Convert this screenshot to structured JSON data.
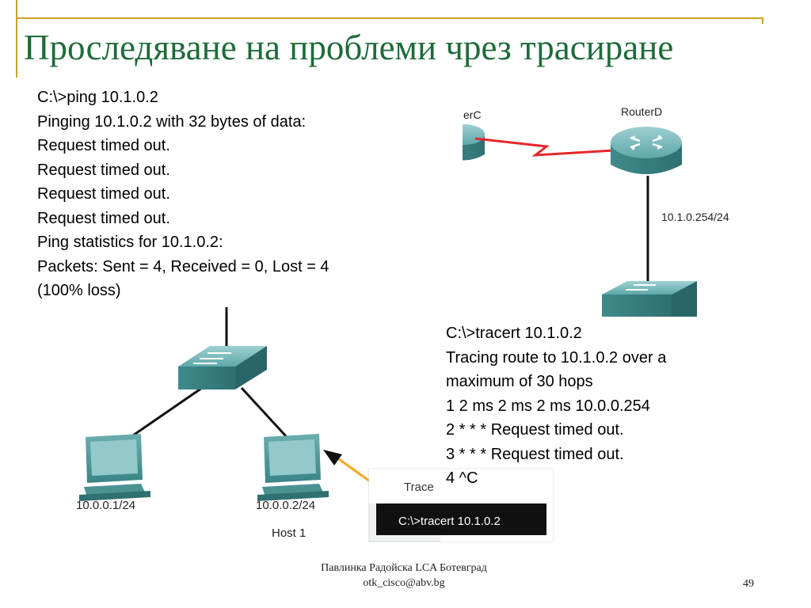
{
  "slide": {
    "title": "Проследяване на проблеми чрез трасиране",
    "number": "49"
  },
  "ping_output": {
    "lines": [
      "C:\\>ping 10.1.0.2",
      "Pinging 10.1.0.2 with 32 bytes of data:",
      "Request timed out.",
      "Request timed out.",
      "Request timed out.",
      "Request timed out.",
      "Ping statistics for 10.1.0.2:",
      "Packets: Sent = 4, Received = 0, Lost = 4",
      "(100% loss)"
    ]
  },
  "tracert_output": {
    "lines": [
      "C:\\>tracert 10.1.0.2",
      "Tracing route to 10.1.0.2 over a",
      "maximum of 30 hops",
      "1 2 ms 2 ms 2 ms 10.0.0.254",
      "2 * * * Request timed out.",
      "3 * * * Request timed out.",
      "4 ^C"
    ]
  },
  "topology": {
    "router_c_label": "erC",
    "router_d_label": "RouterD",
    "interface_label": "10.1.0.254/24",
    "pc_left_label": "10.0.0.1/24",
    "pc_right_label": "10.0.0.2/24",
    "host_label": "Host 1",
    "trace_window_title": "Trace",
    "trace_command": "C:\\>tracert 10.1.0.2",
    "colors": {
      "device_teal": "#4f9a9c",
      "serial_link": "#e8262b",
      "callout": "#f5a623"
    }
  },
  "footer": {
    "author": "Павлинка Радойска LCA Ботевград",
    "email": "otk_cisco@abv.bg"
  }
}
